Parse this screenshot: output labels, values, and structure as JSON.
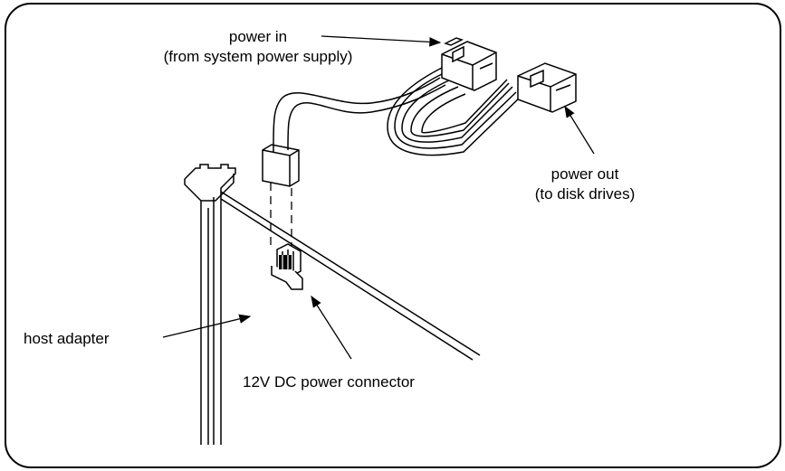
{
  "labels": {
    "power_in_line1": "power in",
    "power_in_line2": "(from system power supply)",
    "power_out_line1": "power out",
    "power_out_line2": "(to disk drives)",
    "host_adapter": "host adapter",
    "power_connector": "12V DC power connector"
  }
}
